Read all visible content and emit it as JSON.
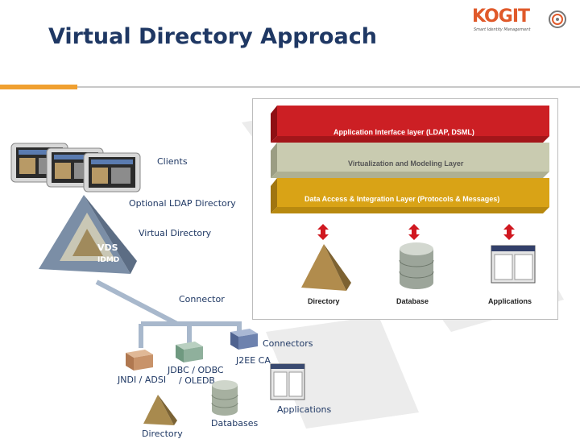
{
  "header": {
    "title": "Virtual Directory Approach",
    "logo_text": "KOGIT",
    "logo_tagline": "Smart Identity Management"
  },
  "left_diagram": {
    "clients_label": "Clients",
    "optional_ldap_label": "Optional LDAP Directory",
    "virtual_directory_label": "Virtual Directory",
    "vds_badge": "VDS",
    "idmd_badge": "IDMD",
    "connector_label": "Connector",
    "connectors_label": "Connectors",
    "j2ee_label": "J2EE CA",
    "jdbc_label": "JDBC / ODBC",
    "oledb_label": "/ OLEDB",
    "jndi_label": "JNDI / ADSI",
    "applications_label": "Applications",
    "databases_label": "Databases",
    "directory_label": "Directory"
  },
  "architecture": {
    "layers": [
      {
        "label": "Application Interface layer (LDAP, DSML)",
        "color": "#cc1f24"
      },
      {
        "label": "Virtualization and Modeling Layer",
        "color": "#c9cbb0"
      },
      {
        "label": "Data Access & Integration Layer (Protocols & Messages)",
        "color": "#d9a316"
      }
    ],
    "items": [
      "Directory",
      "Database",
      "Applications"
    ]
  },
  "colors": {
    "title": "#1f3864",
    "accent": "#f0a030",
    "arrow": "#d01820"
  }
}
